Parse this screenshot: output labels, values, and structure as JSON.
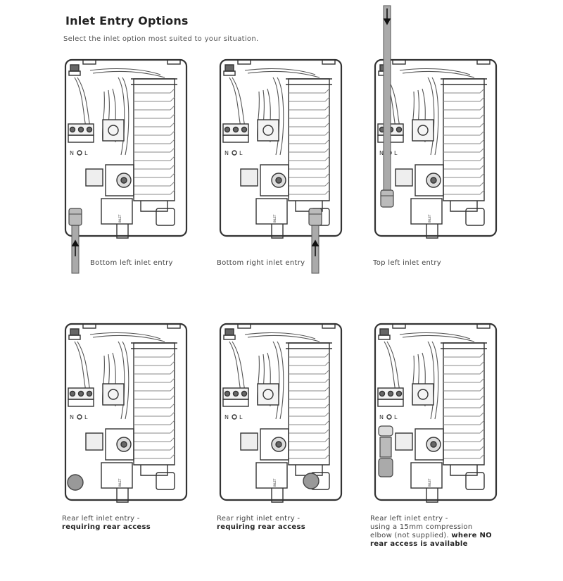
{
  "page": {
    "title": "Inlet Entry Options",
    "subtitle": "Select the inlet option most suited to your situation."
  },
  "diagram": {
    "terminal_labels": {
      "neutral": "N",
      "live": "L"
    },
    "valve_label": "INLET"
  },
  "options": [
    {
      "id": "bottom-left",
      "caption": "Bottom left inlet entry"
    },
    {
      "id": "bottom-right",
      "caption": "Bottom right inlet entry"
    },
    {
      "id": "top-left",
      "caption": "Top left inlet entry"
    },
    {
      "id": "rear-left",
      "caption_line1": "Rear left inlet entry -",
      "caption_bold": "requiring rear access"
    },
    {
      "id": "rear-right",
      "caption_line1": "Rear right inlet entry -",
      "caption_bold": "requiring rear access"
    },
    {
      "id": "rear-left-elbow",
      "caption_line1": "Rear left inlet entry -",
      "caption_line2": "using a 15mm compression",
      "caption_line3": "elbow (not supplied).",
      "caption_bold": "where NO",
      "caption_bold2": "rear access is available"
    }
  ]
}
